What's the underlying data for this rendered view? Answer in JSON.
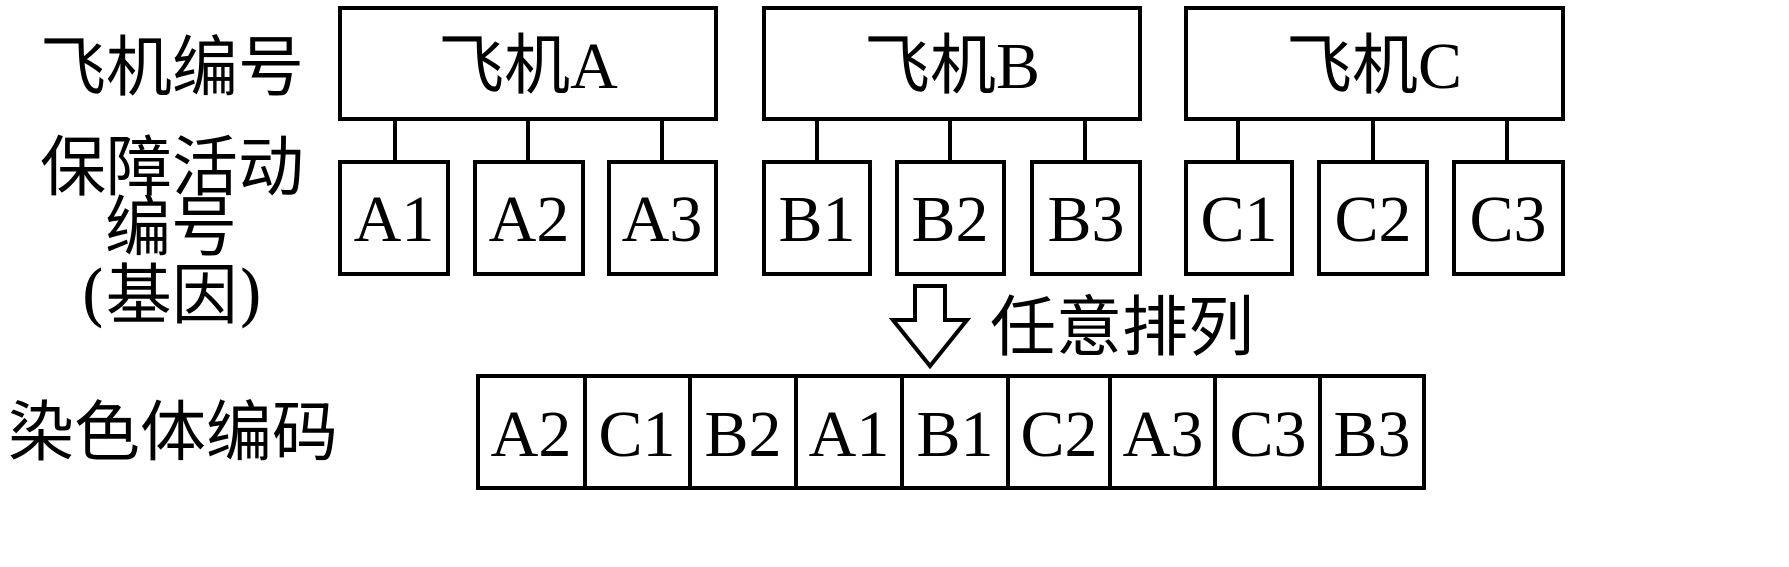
{
  "labels": {
    "aircraft_id": "飞机编号",
    "activity_line1": "保障活动",
    "activity_line2": "编号",
    "activity_line3": "(基因)",
    "arrange": "任意排列",
    "chromosome": "染色体编码"
  },
  "aircraft": [
    {
      "label": "飞机A",
      "activities": [
        "A1",
        "A2",
        "A3"
      ]
    },
    {
      "label": "飞机B",
      "activities": [
        "B1",
        "B2",
        "B3"
      ]
    },
    {
      "label": "飞机C",
      "activities": [
        "C1",
        "C2",
        "C3"
      ]
    }
  ],
  "chromosome": [
    "A2",
    "C1",
    "B2",
    "A1",
    "B1",
    "C2",
    "A3",
    "C3",
    "B3"
  ]
}
